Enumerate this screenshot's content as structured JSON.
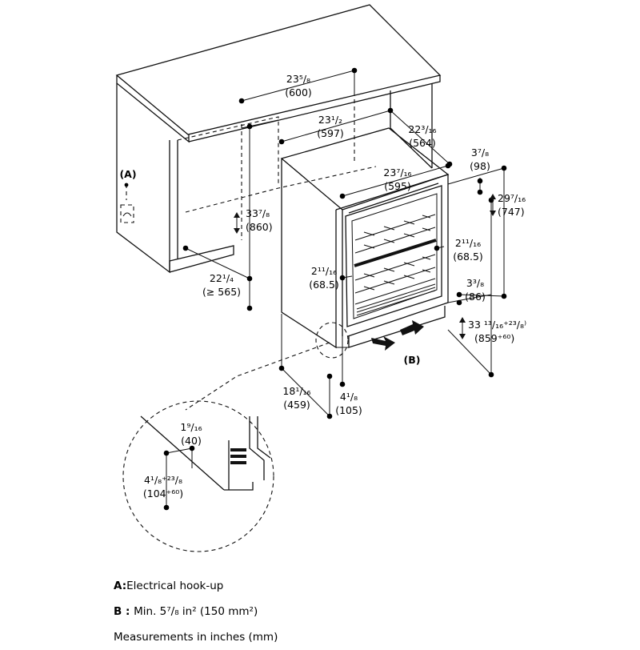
{
  "markers": {
    "a": "(A)",
    "b": "(B)"
  },
  "dims": {
    "counter_width": {
      "in": "23⁵/₈",
      "mm": "(600)"
    },
    "niche_width": {
      "in": "23¹/₂",
      "mm": "(597)"
    },
    "niche_depth": {
      "in": "22³/₁₆",
      "mm": "(564)"
    },
    "unit_width": {
      "in": "23⁷/₁₆",
      "mm": "(595)"
    },
    "top_offset": {
      "in": "3⁷/₈",
      "mm": "(98)"
    },
    "door_height": {
      "in": "29⁷/₁₆",
      "mm": "(747)"
    },
    "niche_height": {
      "in": "33⁷/₈",
      "mm": "(860)"
    },
    "door_margin_right": {
      "in": "2¹¹/₁₆",
      "mm": "(68.5)"
    },
    "door_margin_left": {
      "in": "2¹¹/₁₆",
      "mm": "(68.5)"
    },
    "min_depth": {
      "in": "22¹/₄",
      "mm": "(≥ 565)"
    },
    "bottom_offset": {
      "in": "3³/₈",
      "mm": "(86)"
    },
    "unit_height": {
      "in": "33 ¹³/₁₆⁺²³/₈⁾",
      "mm": "(859⁺⁶⁰)"
    },
    "depth_body": {
      "in": "18¹/₁₆",
      "mm": "(459)"
    },
    "toe_kick": {
      "in": "4¹/₈",
      "mm": "(105)"
    },
    "vent_depth": {
      "in": "1⁹/₁₆",
      "mm": "(40)"
    },
    "plinth_height": {
      "in": "4¹/₈⁺²³/₈",
      "mm": "(104⁺⁶⁰)"
    }
  },
  "legend": [
    {
      "key": "A",
      "sep": ":",
      "text": "Electrical hook-up"
    },
    {
      "key": "B",
      "sep": " : ",
      "text": "Min. 5⁷/₈ in² (150 mm²)"
    },
    {
      "key": "",
      "sep": "",
      "text": "Measurements in inches (mm)"
    }
  ]
}
